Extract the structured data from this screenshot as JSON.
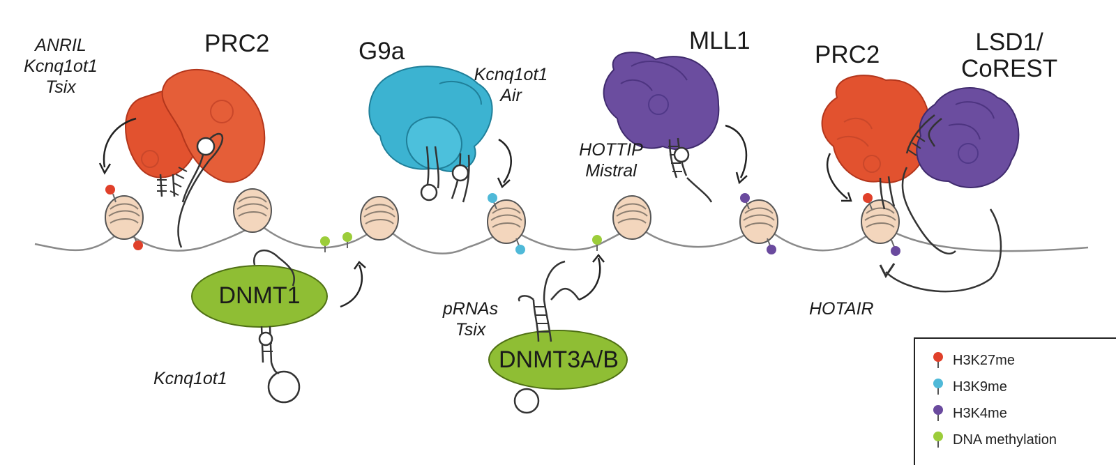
{
  "labels": {
    "top_left_rnas": [
      "ANRIL",
      "Kcnq1ot1",
      "Tsix"
    ],
    "prc2_left": "PRC2",
    "g9a": "G9a",
    "g9a_rnas": [
      "Kcnq1ot1",
      "Air"
    ],
    "mll1": "MLL1",
    "mll1_rnas": [
      "HOTTIP",
      "Mistral"
    ],
    "prc2_right": "PRC2",
    "lsd1": [
      "LSD1/",
      "CoREST"
    ],
    "hotair": "HOTAIR",
    "dnmt1": "DNMT1",
    "dnmt1_rna": "Kcnq1ot1",
    "dnmt3": "DNMT3A/B",
    "dnmt3_rnas": [
      "pRNAs",
      "Tsix"
    ]
  },
  "legend": [
    {
      "label": "H3K27me",
      "color": "#e0402a"
    },
    {
      "label": "H3K9me",
      "color": "#4fb9d8"
    },
    {
      "label": "H3K4me",
      "color": "#6a4a9e"
    },
    {
      "label": "DNA methylation",
      "color": "#9ccd3a"
    }
  ],
  "colors": {
    "prc2": "#e2522f",
    "g9a": "#3cb3d1",
    "mll1": "#6b4d9f",
    "lsd1": "#6b4d9f",
    "dnmt": "#8fbe34",
    "nucleosome": "#f3d6bd"
  }
}
